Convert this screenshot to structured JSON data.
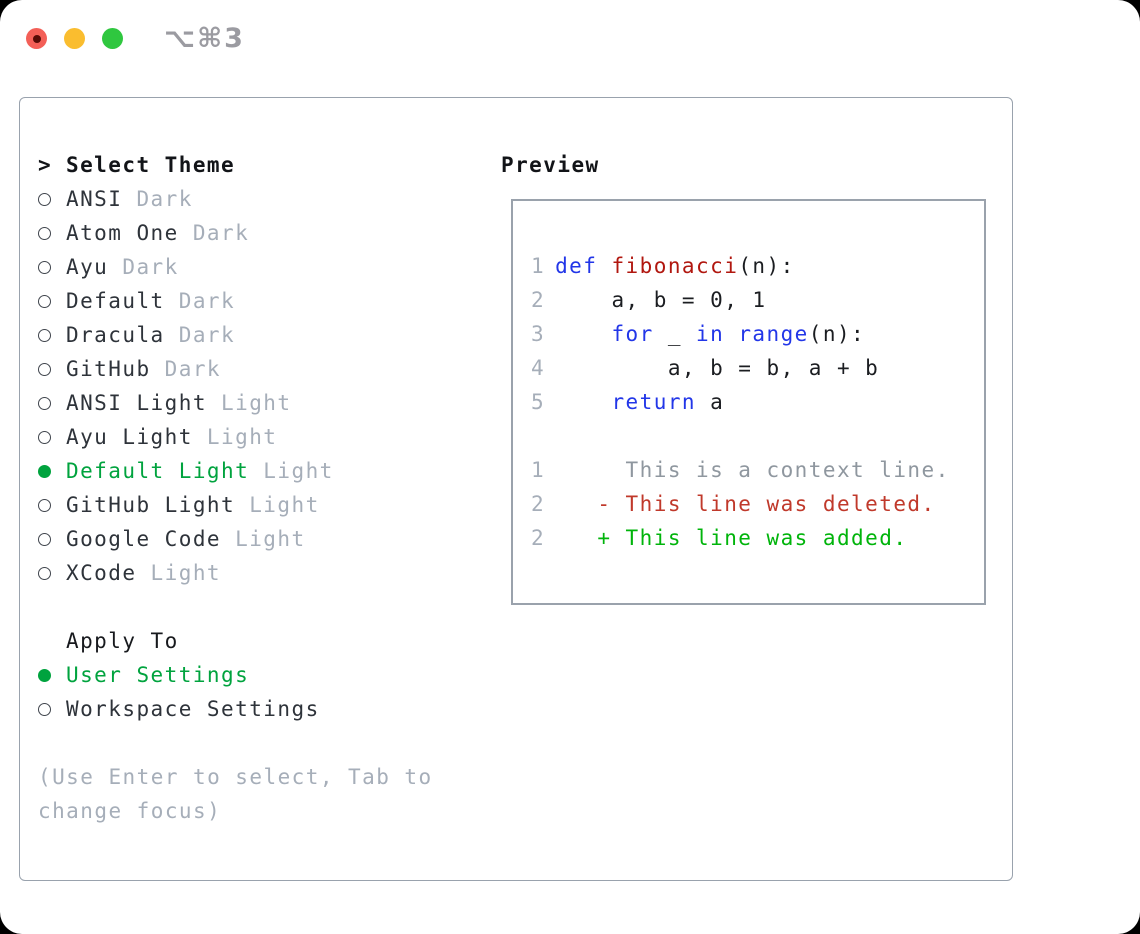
{
  "window": {
    "shortcut": "⌥⌘3",
    "traffic_lights": [
      "close",
      "minimize",
      "zoom"
    ]
  },
  "colors": {
    "selected_green": "#00a33e",
    "added_green": "#00b40b",
    "deleted_red": "#c0392b",
    "keyword_blue": "#2236e8",
    "function_red": "#b1170f",
    "muted_gray": "#a6aeb9",
    "panel_border": "#99a2ad"
  },
  "theme_list": {
    "cursor": ">",
    "header": "Select Theme",
    "items": [
      {
        "name": "ANSI",
        "variant": "Dark",
        "selected": false
      },
      {
        "name": "Atom One",
        "variant": "Dark",
        "selected": false
      },
      {
        "name": "Ayu",
        "variant": "Dark",
        "selected": false
      },
      {
        "name": "Default",
        "variant": "Dark",
        "selected": false
      },
      {
        "name": "Dracula",
        "variant": "Dark",
        "selected": false
      },
      {
        "name": "GitHub",
        "variant": "Dark",
        "selected": false
      },
      {
        "name": "ANSI Light",
        "variant": "Light",
        "selected": false
      },
      {
        "name": "Ayu Light",
        "variant": "Light",
        "selected": false
      },
      {
        "name": "Default Light",
        "variant": "Light",
        "selected": true
      },
      {
        "name": "GitHub Light",
        "variant": "Light",
        "selected": false
      },
      {
        "name": "Google Code",
        "variant": "Light",
        "selected": false
      },
      {
        "name": "XCode",
        "variant": "Light",
        "selected": false
      }
    ]
  },
  "apply_to": {
    "header": "Apply To",
    "items": [
      {
        "name": "User Settings",
        "selected": true
      },
      {
        "name": "Workspace Settings",
        "selected": false
      }
    ]
  },
  "hint_lines": [
    "(Use Enter to select, Tab to",
    "change focus)"
  ],
  "preview": {
    "title": "Preview",
    "code_lines": [
      {
        "num": "1",
        "segments": [
          {
            "t": "def",
            "c": "kw"
          },
          {
            "t": " ",
            "c": "pl"
          },
          {
            "t": "fibonacci",
            "c": "fn"
          },
          {
            "t": "(n):",
            "c": "pl"
          }
        ]
      },
      {
        "num": "2",
        "segments": [
          {
            "t": "    a, b = 0, 1",
            "c": "pl"
          }
        ]
      },
      {
        "num": "3",
        "segments": [
          {
            "t": "    ",
            "c": "pl"
          },
          {
            "t": "for",
            "c": "kw"
          },
          {
            "t": " _ ",
            "c": "pl"
          },
          {
            "t": "in",
            "c": "kw"
          },
          {
            "t": " ",
            "c": "pl"
          },
          {
            "t": "range",
            "c": "kw"
          },
          {
            "t": "(n):",
            "c": "pl"
          }
        ]
      },
      {
        "num": "4",
        "segments": [
          {
            "t": "        a, b = b, a + b",
            "c": "pl"
          }
        ]
      },
      {
        "num": "5",
        "segments": [
          {
            "t": "    ",
            "c": "pl"
          },
          {
            "t": "return",
            "c": "kw"
          },
          {
            "t": " a",
            "c": "pl"
          }
        ]
      },
      {
        "num": "",
        "segments": []
      },
      {
        "num": "1",
        "segments": [
          {
            "t": "     This is a context line.",
            "c": "ctx"
          }
        ]
      },
      {
        "num": "2",
        "segments": [
          {
            "t": "   - This line was deleted.",
            "c": "del"
          }
        ]
      },
      {
        "num": "2",
        "segments": [
          {
            "t": "   + This line was added.",
            "c": "add"
          }
        ]
      }
    ]
  }
}
